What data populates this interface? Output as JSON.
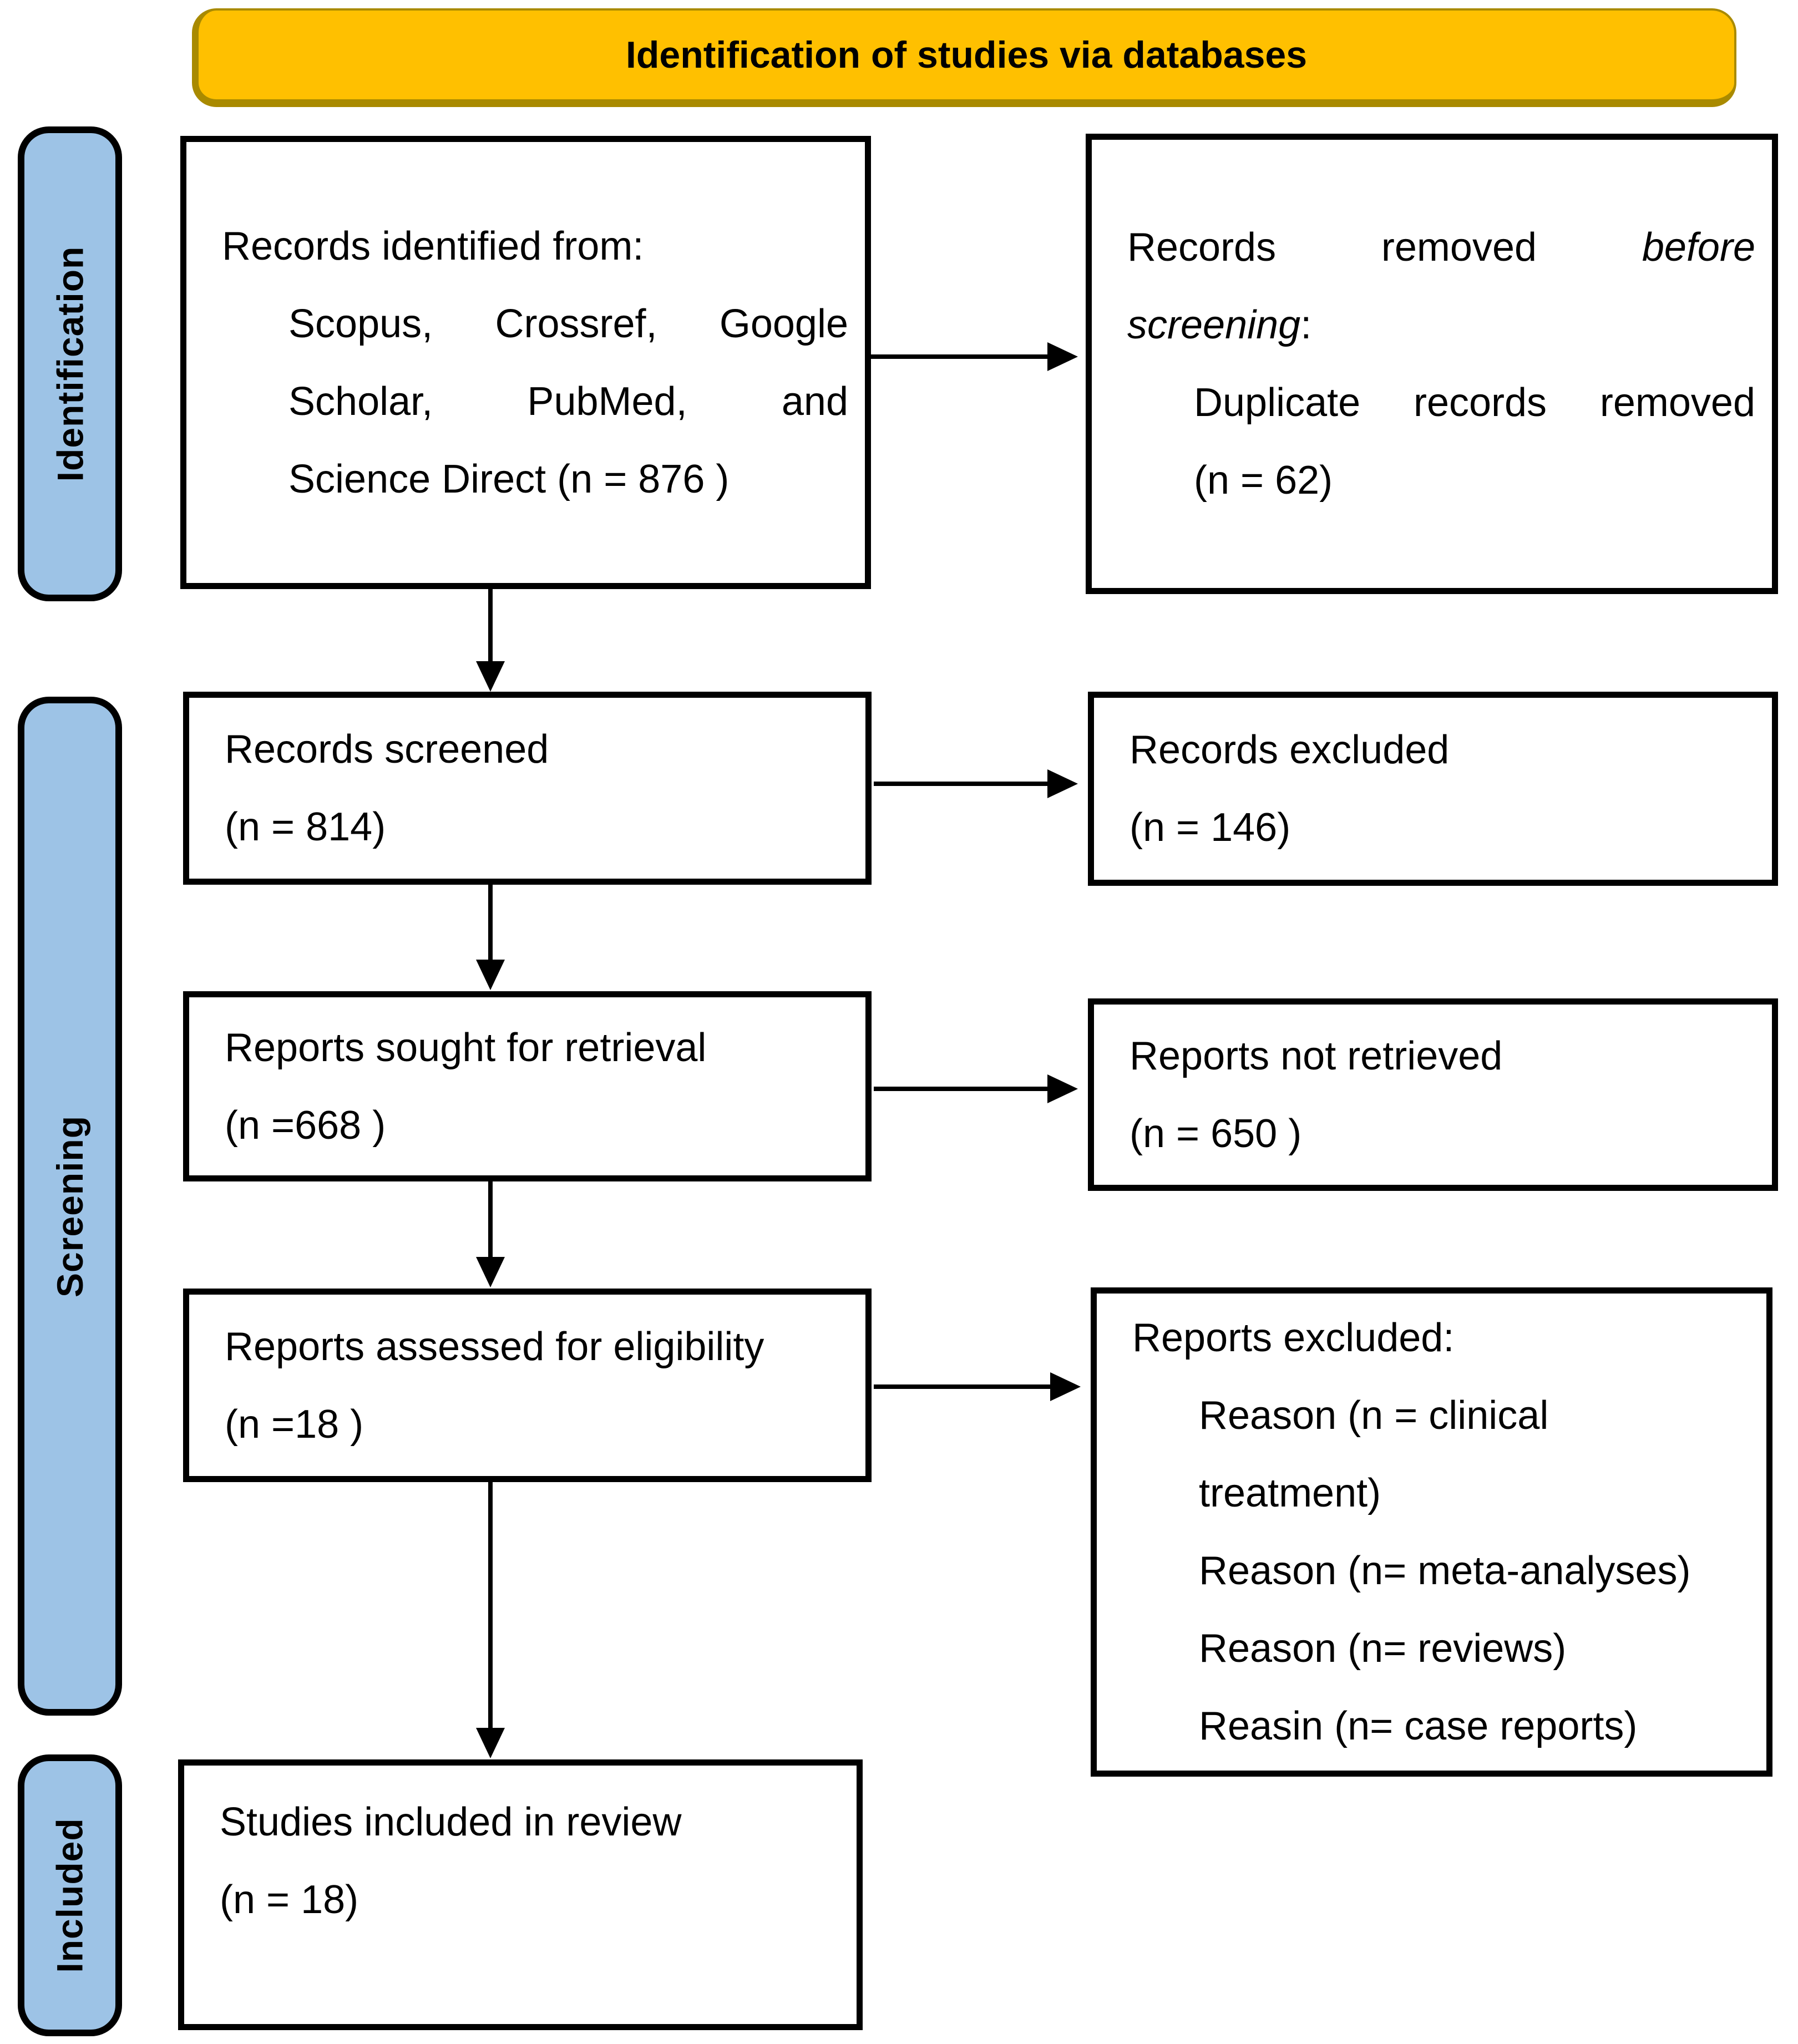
{
  "header": {
    "title": "Identification of studies via databases"
  },
  "sidebar": {
    "identification": "Identification",
    "screening": "Screening",
    "included": "Included"
  },
  "boxes": {
    "identified": {
      "line1": "Records identified from:",
      "line2": "Scopus, Crossref, Google",
      "line3": "Scholar, PubMed, and",
      "line4": "Science Direct (n = 876 )"
    },
    "removed": {
      "line1_normal": "Records removed ",
      "line1_italic": "before",
      "line2_italic": "screening",
      "line2_suffix": ":",
      "line3": "Duplicate records removed",
      "line4": "(n = 62)"
    },
    "screened": {
      "line1": "Records screened",
      "line2": "(n = 814)"
    },
    "records_excluded": {
      "line1": "Records excluded",
      "line2": "(n = 146)"
    },
    "sought": {
      "line1": "Reports sought for retrieval",
      "line2": "(n =668 )"
    },
    "not_retrieved": {
      "line1": "Reports not retrieved",
      "line2": "(n = 650 )"
    },
    "assessed": {
      "line1": "Reports assessed for eligibility",
      "line2": "(n =18 )"
    },
    "reports_excluded": {
      "line1": "Reports excluded:",
      "line2": "Reason (n = clinical",
      "line3": "treatment)",
      "line4": "Reason (n= meta-analyses)",
      "line5": "Reason (n= reviews)",
      "line6": "Reasin (n= case reports)"
    },
    "included_review": {
      "line1": "Studies included in review",
      "line2": "(n = 18)"
    }
  },
  "colors": {
    "header_fill": "#FFC000",
    "header_border": "#A98A00",
    "sidebar_fill": "#9DC3E6",
    "box_border": "#000000",
    "arrow": "#000000"
  }
}
